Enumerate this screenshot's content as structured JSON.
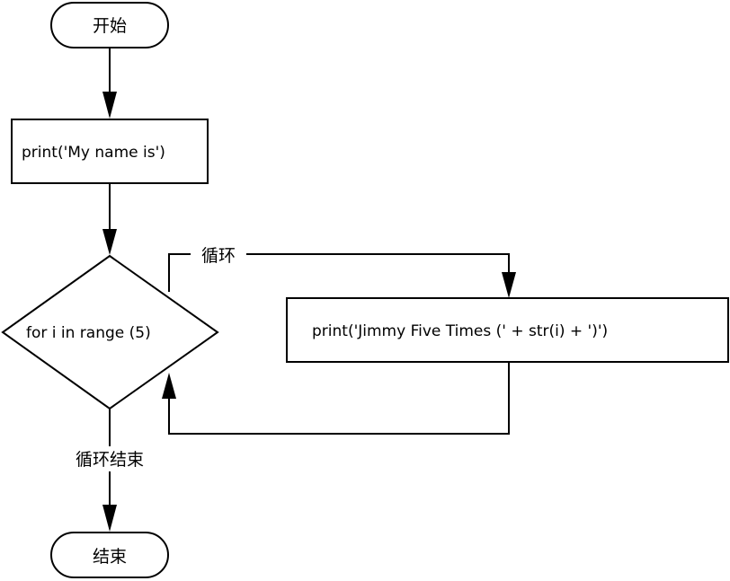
{
  "flowchart": {
    "start_label": "开始",
    "step_print_name": "print('My name is')",
    "decision_label": "for i in range (5)",
    "loop_label": "循环",
    "loop_body_label": "print('Jimmy Five Times (' + str(i) + ')')",
    "loop_end_label": "循环结束",
    "end_label": "结束"
  }
}
